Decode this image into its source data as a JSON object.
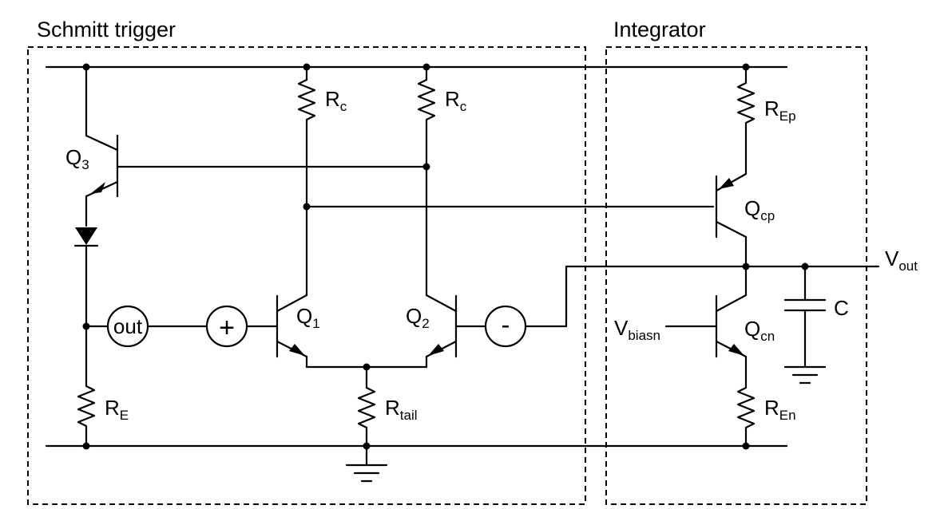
{
  "blocks": {
    "schmitt_title": "Schmitt trigger",
    "integrator_title": "Integrator"
  },
  "components": {
    "rc_left": {
      "main": "R",
      "sub": "c"
    },
    "rc_right": {
      "main": "R",
      "sub": "c"
    },
    "r_ep": {
      "main": "R",
      "sub": "Ep"
    },
    "r_en": {
      "main": "R",
      "sub": "En"
    },
    "r_e": {
      "main": "R",
      "sub": "E"
    },
    "r_tail": {
      "main": "R",
      "sub": "tail"
    },
    "q1": {
      "main": "Q",
      "sub": "1"
    },
    "q2": {
      "main": "Q",
      "sub": "2"
    },
    "q3": {
      "main": "Q",
      "sub": "3"
    },
    "q_cp": {
      "main": "Q",
      "sub": "cp"
    },
    "q_cn": {
      "main": "Q",
      "sub": "cn"
    },
    "cap": "C"
  },
  "nodes": {
    "v_out": {
      "main": "V",
      "sub": "out"
    },
    "v_biasn": {
      "main": "V",
      "sub": "biasn"
    },
    "out_terminal": "out",
    "plus_terminal": "+",
    "minus_terminal": "-"
  }
}
